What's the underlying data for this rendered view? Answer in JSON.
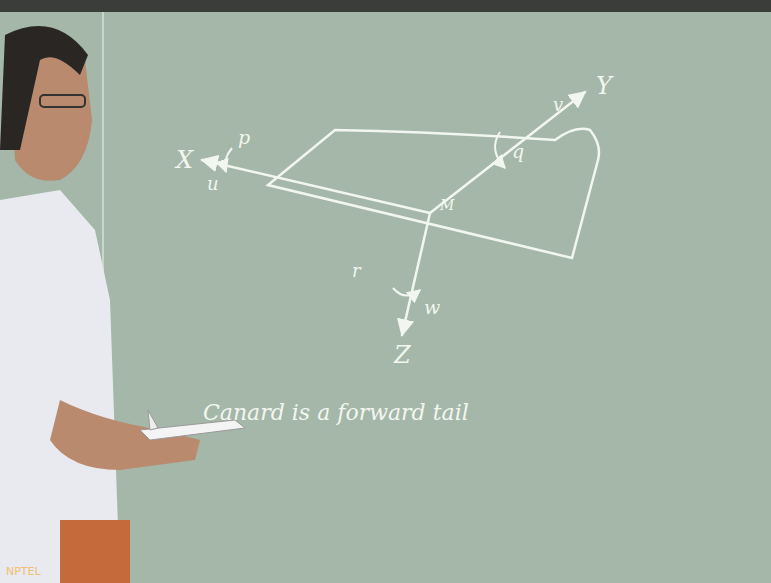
{
  "diagram": {
    "labels": [
      "X",
      "p",
      "u",
      "Y",
      "q",
      "v",
      "Z",
      "w",
      "r",
      "M",
      "Canard is a forward tail",
      "NPTEL"
    ]
  }
}
